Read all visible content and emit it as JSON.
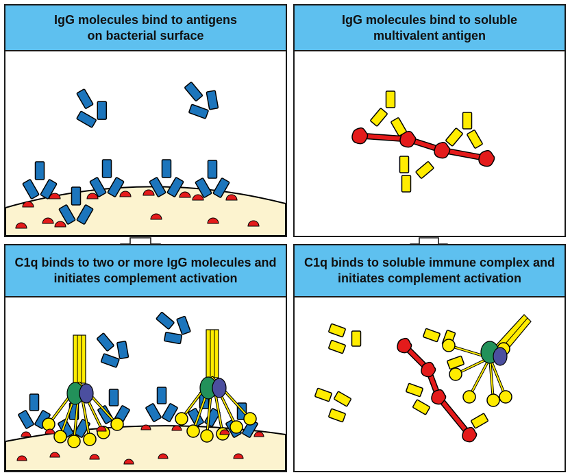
{
  "panels": {
    "top_left": {
      "title_line1": "IgG molecules bind to antigens",
      "title_line2": "on bacterial surface"
    },
    "top_right": {
      "title_line1": "IgG molecules bind to soluble",
      "title_line2": "multivalent antigen"
    },
    "bottom_left": {
      "title_line1": "C1q binds to two or more IgG molecules and",
      "title_line2": "initiates complement activation"
    },
    "bottom_right": {
      "title_line1": "C1q binds to soluble immune complex and",
      "title_line2": "initiates complement activation"
    }
  },
  "colors": {
    "header_bg": "#5ec0ef",
    "igg": "#1c75bc",
    "antigen": "#e41b1b",
    "bacterial_surface": "#fcf3cf",
    "c1q": "#ffec00",
    "c1r": "#22915a",
    "c1s": "#4b4f9f"
  }
}
